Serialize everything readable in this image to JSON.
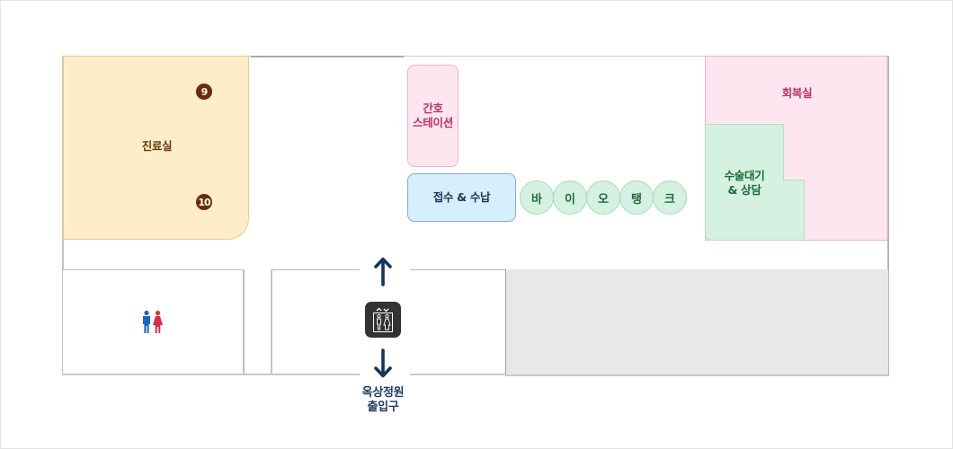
{
  "floor_map": {
    "rooms": {
      "exam_room": {
        "label": "진료실",
        "badges": [
          "9",
          "10"
        ],
        "color": "#fdeec9"
      },
      "nurse_station": {
        "label_lines": [
          "간호",
          "스테이션"
        ],
        "color": "#fde6f0"
      },
      "reception": {
        "label": "접수 & 수납",
        "color": "#d6effd"
      },
      "recovery_room": {
        "label": "회복실",
        "color": "#fde6f0"
      },
      "surgery_waiting": {
        "label_lines": [
          "수술대기",
          "& 상담"
        ],
        "color": "#d5f1e2"
      },
      "restroom": {
        "icon": "restroom-icon"
      }
    },
    "biotank": {
      "letters": [
        "바",
        "이",
        "오",
        "탱",
        "크"
      ],
      "color": "#d5f1e2"
    },
    "elevator": {
      "icon": "elevator-icon",
      "up_icon": "arrow-up-icon",
      "down_icon": "arrow-down-icon"
    },
    "exit": {
      "label_lines": [
        "옥상정원",
        "출입구"
      ]
    }
  }
}
